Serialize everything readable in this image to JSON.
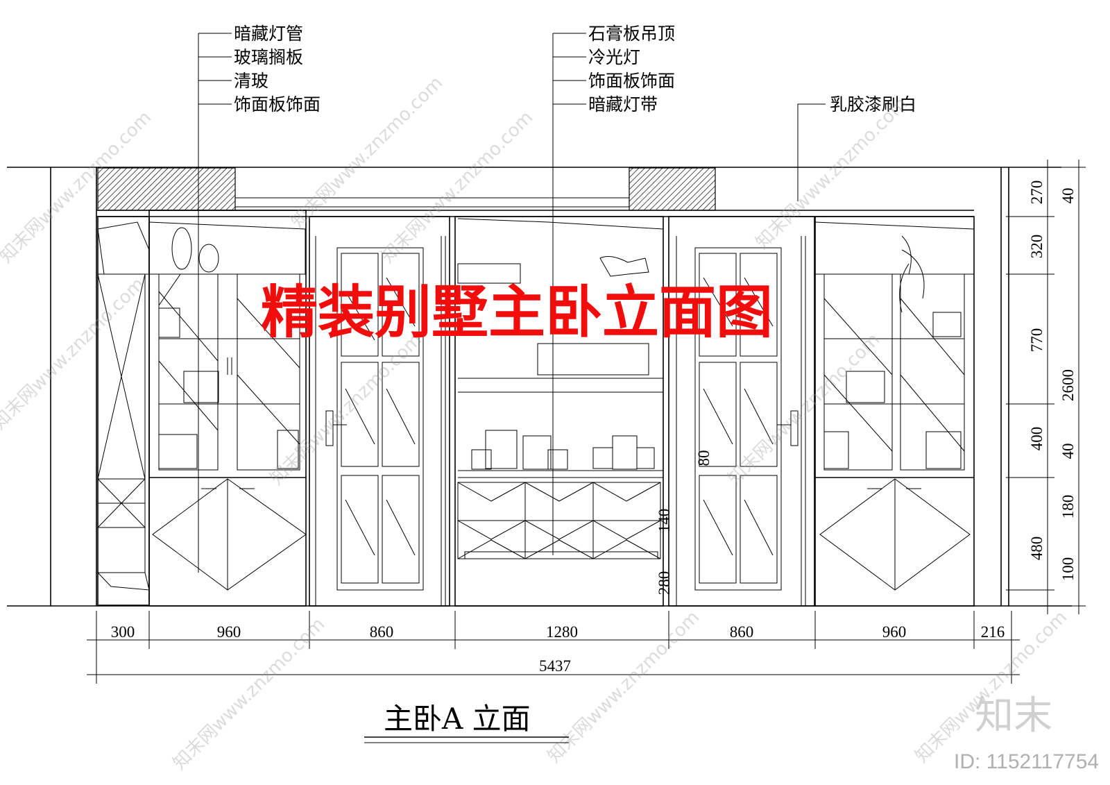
{
  "title": "精装别墅主卧立面图",
  "caption": "主卧A 立面",
  "brand": {
    "logo": "知末",
    "id": "ID: 1152117754"
  },
  "watermark": "知末网www.znzmo.com",
  "callouts_left": [
    "暗藏灯管",
    "玻璃搁板",
    "清玻",
    "饰面板饰面"
  ],
  "callouts_center": [
    "石膏板吊顶",
    "冷光灯",
    "饰面板饰面",
    "暗藏灯带"
  ],
  "callout_right": "乳胶漆刷白",
  "dims_bottom": [
    "300",
    "960",
    "860",
    "1280",
    "860",
    "960",
    "216"
  ],
  "dim_total": "5437",
  "dims_right_inner": [
    "270",
    "320",
    "770",
    "400",
    "480"
  ],
  "dims_right_outer": [
    "40",
    "2600",
    "40",
    "180",
    "100"
  ],
  "dims_center": [
    "80",
    "140",
    "280"
  ],
  "colors": {
    "banner": "#f20d0d",
    "line": "#000000"
  }
}
